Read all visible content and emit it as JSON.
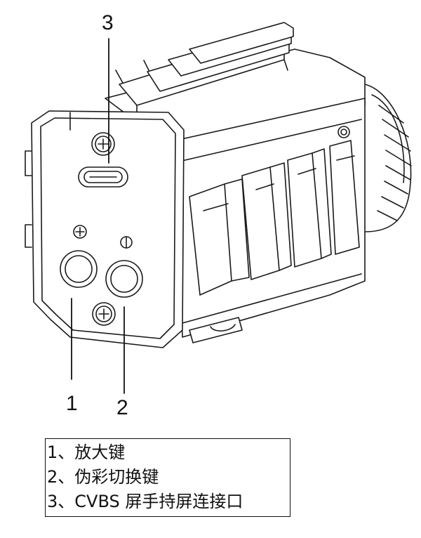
{
  "callouts": {
    "c1": "1",
    "c2": "2",
    "c3": "3"
  },
  "legend": {
    "items": [
      "1、放大键",
      "2、伪彩切换键",
      "3、CVBS 屏手持屏连接口"
    ]
  }
}
